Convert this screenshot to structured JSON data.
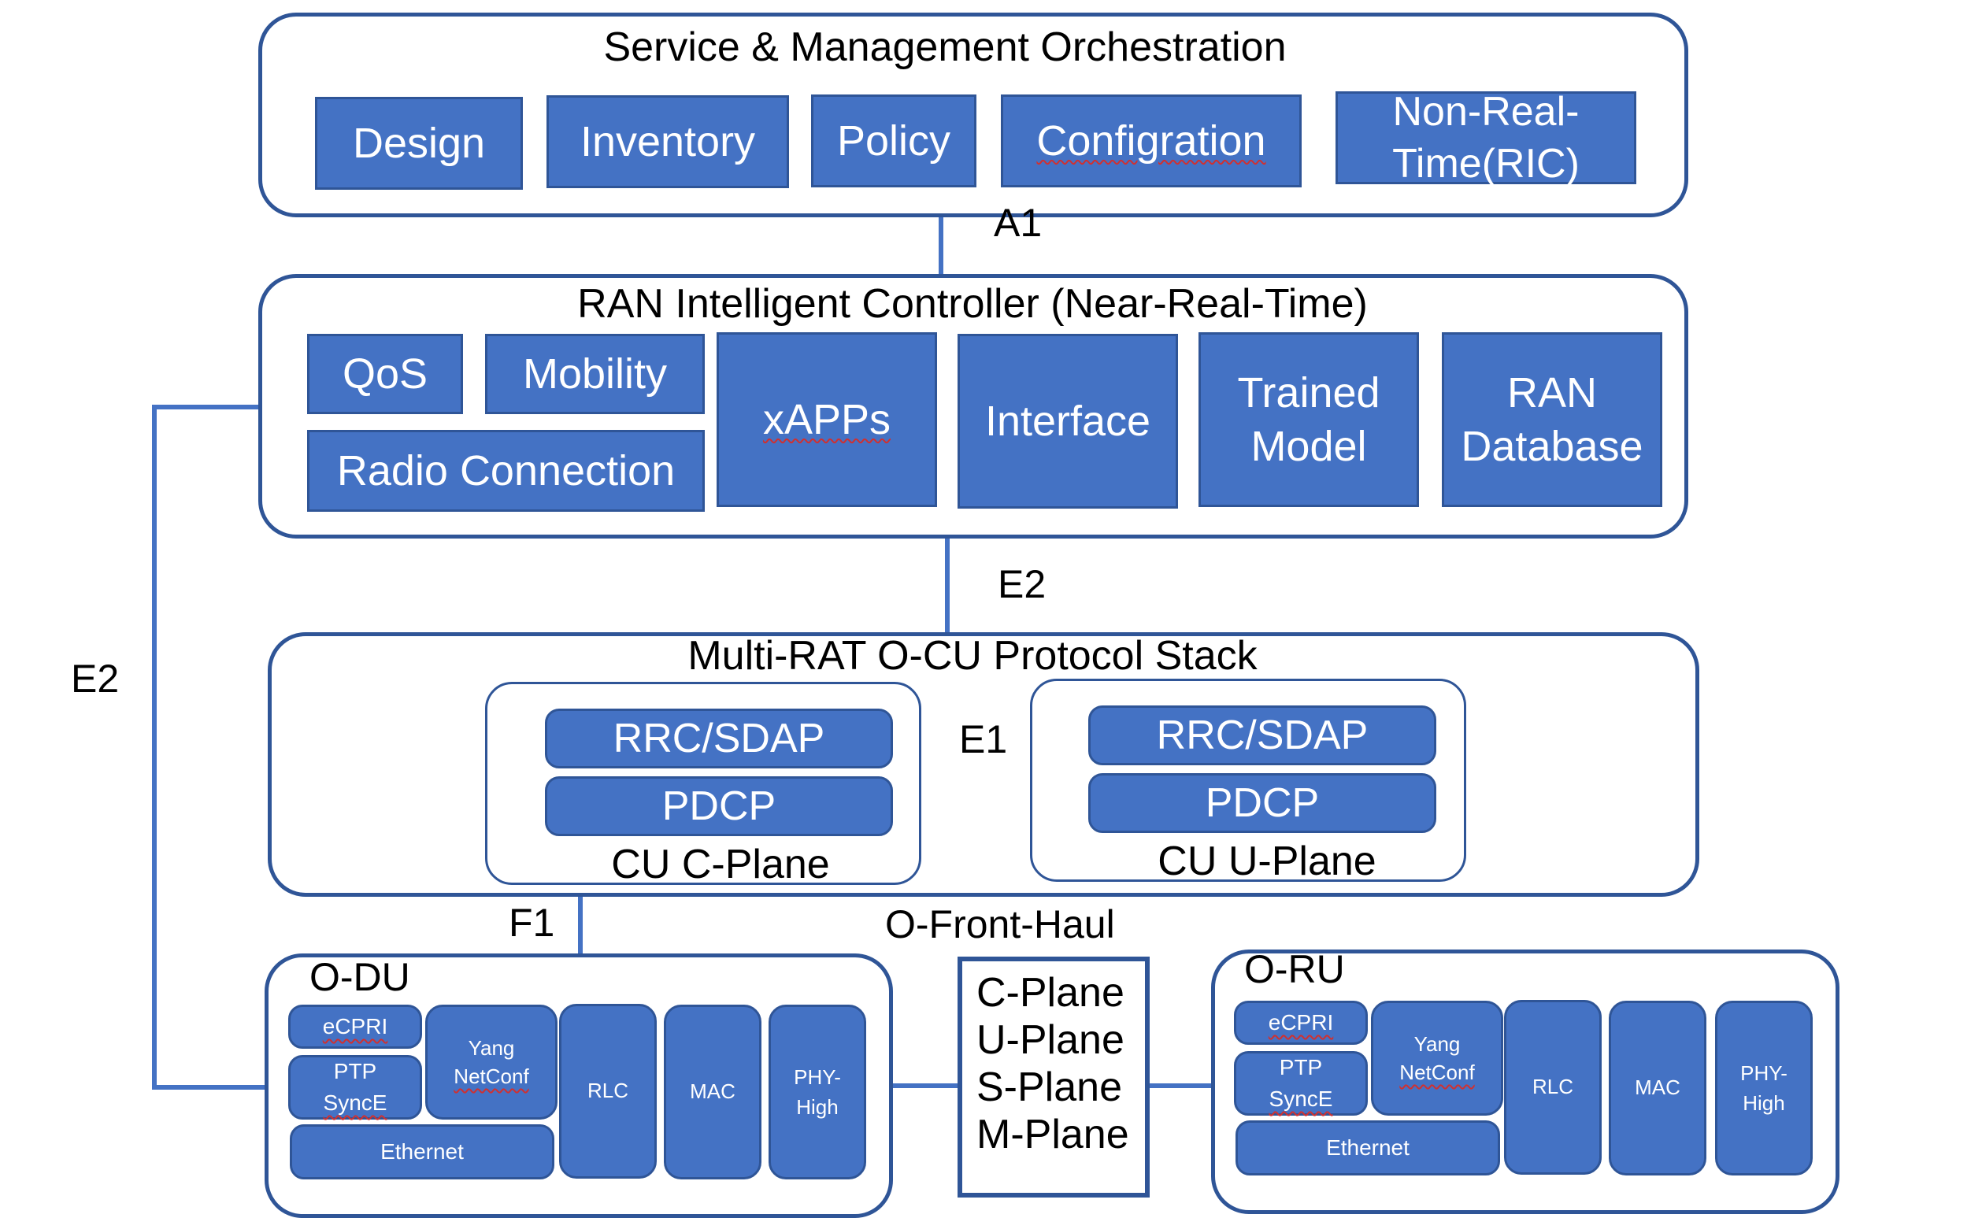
{
  "smo": {
    "title": "Service & Management Orchestration",
    "blocks": [
      "Design",
      "Inventory",
      "Policy",
      "Configration",
      "Non-Real-Time(RIC)"
    ]
  },
  "ric": {
    "title": "RAN Intelligent Controller (Near-Real-Time)",
    "qos": "QoS",
    "mobility": "Mobility",
    "radio_connection": "Radio Connection",
    "xapps": "xAPPs",
    "interface": "Interface",
    "trained_model": "Trained Model",
    "ran_database": "RAN Database"
  },
  "interfaces": {
    "a1": "A1",
    "e2_center": "E2",
    "e2_left": "E2",
    "e1": "E1",
    "f1": "F1",
    "fronthaul": "O-Front-Haul"
  },
  "ocu": {
    "title": "Multi-RAT O-CU Protocol Stack",
    "c_plane": {
      "top": "RRC/SDAP",
      "bottom": "PDCP",
      "label": "CU C-Plane"
    },
    "u_plane": {
      "top": "RRC/SDAP",
      "bottom": "PDCP",
      "label": "CU U-Plane"
    }
  },
  "odu": {
    "title": "O-DU",
    "ecpri": "eCPRI",
    "ptp": "PTP",
    "synce": "SyncE",
    "yang": "Yang",
    "netconf": "NetConf",
    "ethernet": "Ethernet",
    "rlc": "RLC",
    "mac": "MAC",
    "phy_high": "PHY-High"
  },
  "oru": {
    "title": "O-RU",
    "ecpri": "eCPRI",
    "ptp": "PTP",
    "synce": "SyncE",
    "yang": "Yang",
    "netconf": "NetConf",
    "ethernet": "Ethernet",
    "rlc": "RLC",
    "mac": "MAC",
    "phy_high": "PHY-High"
  },
  "fronthaul_planes": [
    "C-Plane",
    "U-Plane",
    "S-Plane",
    "M-Plane"
  ],
  "colors": {
    "block_fill": "#4472C4",
    "border": "#2F5597",
    "line": "#4472C4"
  }
}
